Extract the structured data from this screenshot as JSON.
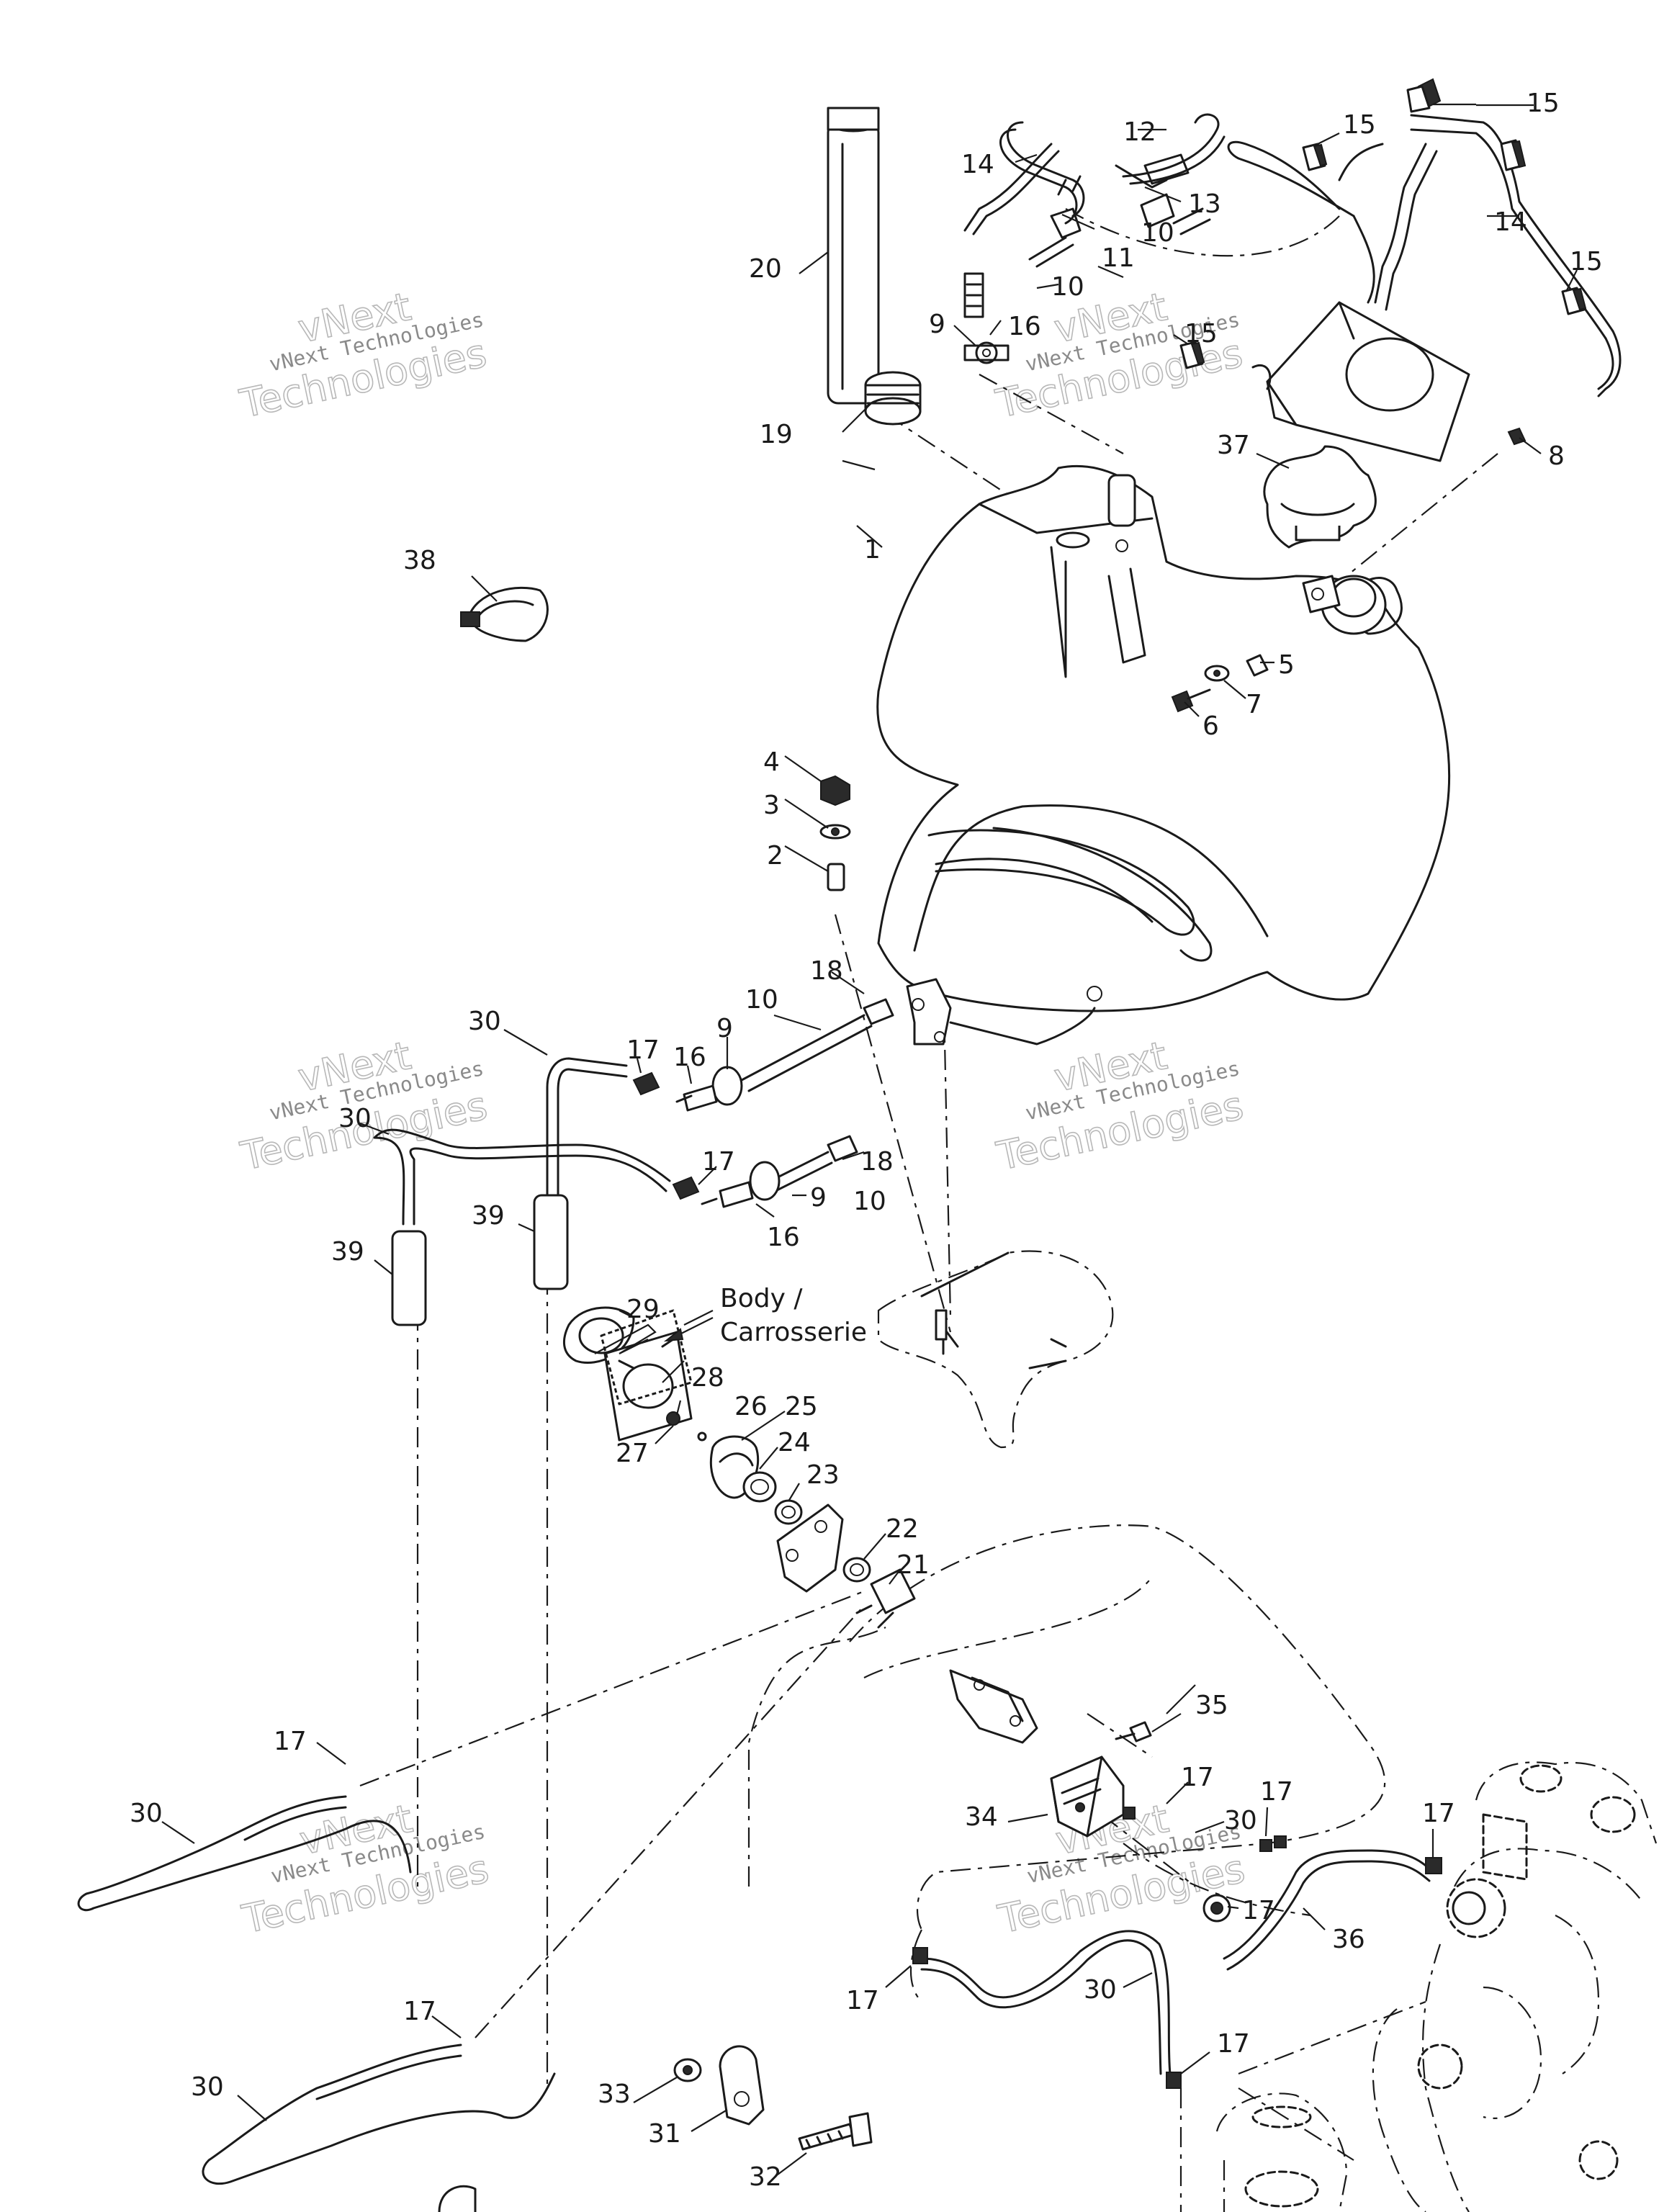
{
  "labels": [
    "1",
    "2",
    "3",
    "4",
    "5",
    "6",
    "7",
    "8",
    "9",
    "10",
    "11",
    "12",
    "13",
    "14",
    "15",
    "16",
    "17",
    "18",
    "19",
    "20",
    "21",
    "22",
    "23",
    "24",
    "25",
    "26",
    "27",
    "28",
    "29",
    "30",
    "31",
    "32",
    "33",
    "34",
    "35",
    "36",
    "37",
    "38",
    "39"
  ],
  "note": {
    "line1": "Body /",
    "line2": "Carrosserie"
  },
  "watermark": {
    "company": "vNext Technologies",
    "word1": "vNext",
    "word2": "Technologies"
  }
}
